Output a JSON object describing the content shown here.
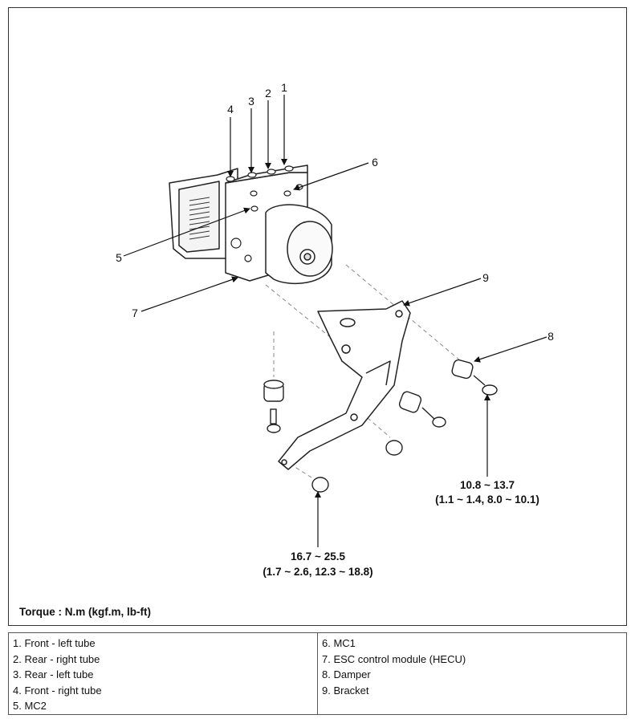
{
  "callouts": [
    "1",
    "2",
    "3",
    "4",
    "5",
    "6",
    "7",
    "8",
    "9"
  ],
  "torque_labels": {
    "upper_value": "10.8 ~ 13.7",
    "upper_units": "(1.1 ~ 1.4, 8.0 ~ 10.1)",
    "lower_value": "16.7 ~ 25.5",
    "lower_units": "(1.7 ~ 2.6, 12.3 ~ 18.8)"
  },
  "torque_note": "Torque : N.m (kgf.m, lb-ft)",
  "legend": {
    "left": [
      "1. Front - left tube",
      "2. Rear - right tube",
      "3. Rear - left tube",
      "4. Front - right tube",
      "5. MC2"
    ],
    "right": [
      "6. MC1",
      "7. ESC control module (HECU)",
      "8. Damper",
      "9. Bracket"
    ]
  }
}
